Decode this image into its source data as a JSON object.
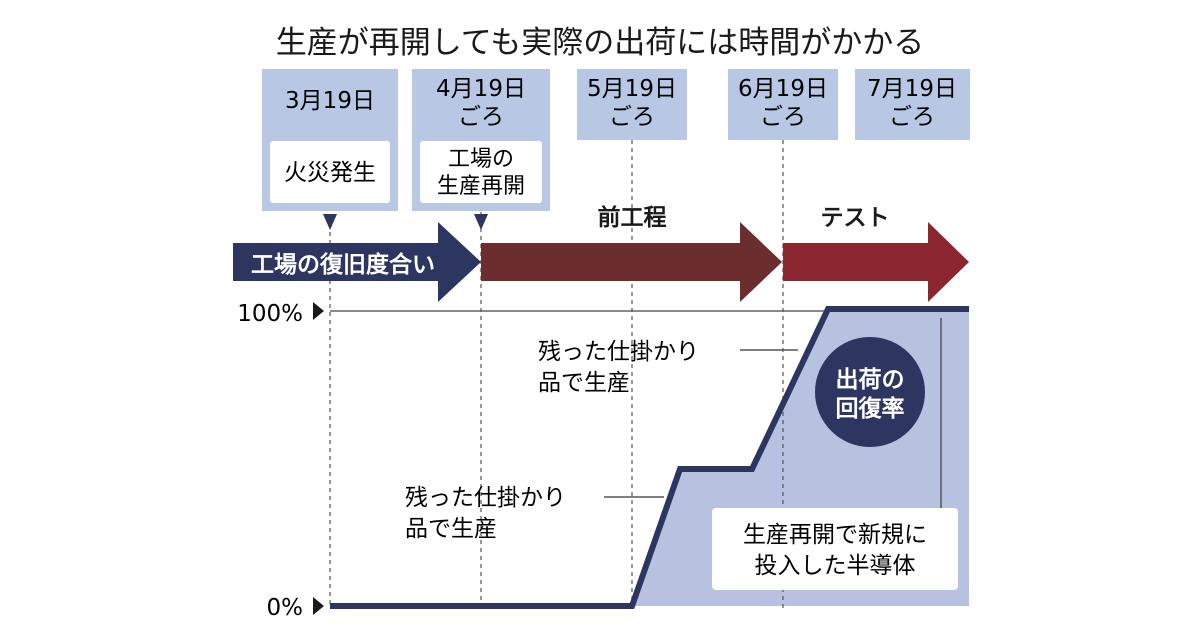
{
  "title": "生産が再開しても実際の出荷には時間がかかる",
  "dates": [
    {
      "lines": [
        "3月19日"
      ]
    },
    {
      "lines": [
        "4月19日",
        "ごろ"
      ]
    },
    {
      "lines": [
        "5月19日",
        "ごろ"
      ]
    },
    {
      "lines": [
        "6月19日",
        "ごろ"
      ]
    },
    {
      "lines": [
        "7月19日",
        "ごろ"
      ]
    }
  ],
  "events": [
    {
      "lines": [
        "火災発生"
      ]
    },
    {
      "lines": [
        "工場の",
        "生産再開"
      ]
    }
  ],
  "phases": [
    {
      "label": "工場の復旧度合い",
      "color": "#2d3561"
    },
    {
      "label": "前工程",
      "color": "#6b2d2d"
    },
    {
      "label": "テスト",
      "color": "#8b2530"
    }
  ],
  "y_axis": {
    "top_label": "100%",
    "bottom_label": "0%"
  },
  "annotations": [
    {
      "lines": [
        "残った仕掛かり",
        "品で生産"
      ]
    },
    {
      "lines": [
        "残った仕掛かり",
        "品で生産"
      ]
    },
    {
      "lines": [
        "生産再開で新規に",
        "投入した半導体"
      ]
    }
  ],
  "badge": {
    "lines": [
      "出荷の",
      "回復率"
    ]
  },
  "colors": {
    "navy": "#2d3561",
    "date_box": "#b8c8e4",
    "area_fill": "#b6c2e0",
    "grid": "#8a8a8a"
  }
}
